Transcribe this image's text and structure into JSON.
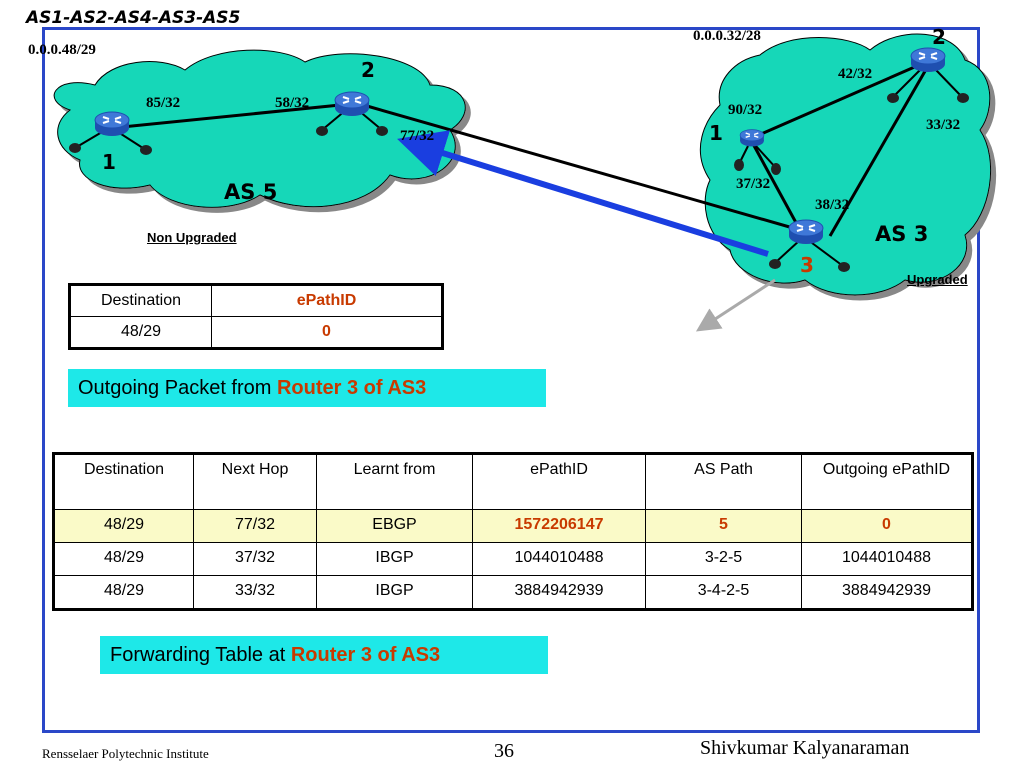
{
  "slide": {
    "title": "AS1-AS2-AS4-AS3-AS5",
    "footer_left": "Rensselaer Polytechnic Institute",
    "page_number": "36",
    "footer_right": "Shivkumar Kalyanaraman"
  },
  "diagram": {
    "as5": {
      "name": "AS 5",
      "prefix": "0.0.0.48/29",
      "status": "Non Upgraded",
      "router1_num": "1",
      "router2_num": "2",
      "addr_85": "85/32",
      "addr_58": "58/32",
      "addr_77": "77/32"
    },
    "as3": {
      "name": "AS 3",
      "prefix": "0.0.0.32/28",
      "status": "Upgraded",
      "router1_num": "1",
      "router2_num": "2",
      "router3_num": "3",
      "addr_42": "42/32",
      "addr_90": "90/32",
      "addr_33": "33/32",
      "addr_37": "37/32",
      "addr_38": "38/32"
    },
    "colors": {
      "cloud": "#19d7b8",
      "frame": "#2a47c8",
      "arrow": "#1a3ee0",
      "highlight_text": "#c83a00"
    }
  },
  "packet_table": {
    "headers": [
      "Destination",
      "ePathID"
    ],
    "row": [
      "48/29",
      "0"
    ]
  },
  "packet_caption": {
    "prefix": "Outgoing Packet from ",
    "highlight": "Router 3 of AS3"
  },
  "forwarding_table": {
    "headers": [
      "Destination",
      "Next Hop",
      "Learnt from",
      "ePathID",
      "AS Path",
      "Outgoing ePathID"
    ],
    "rows": [
      [
        "48/29",
        "77/32",
        "EBGP",
        "1572206147",
        "5",
        "0"
      ],
      [
        "48/29",
        "37/32",
        "IBGP",
        "1044010488",
        "3-2-5",
        "1044010488"
      ],
      [
        "48/29",
        "33/32",
        "IBGP",
        "3884942939",
        "3-4-2-5",
        "3884942939"
      ]
    ]
  },
  "forwarding_caption": {
    "prefix": "Forwarding Table at ",
    "highlight": "Router 3 of AS3"
  }
}
